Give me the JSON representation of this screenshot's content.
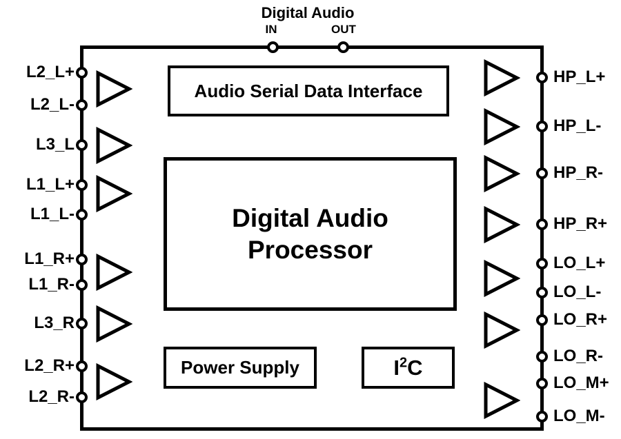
{
  "top": {
    "title": "Digital Audio",
    "in_label": "IN",
    "out_label": "OUT"
  },
  "blocks": {
    "serial_interface": "Audio Serial Data Interface",
    "processor_line1": "Digital Audio",
    "processor_line2": "Processor",
    "power_supply": "Power Supply",
    "i2c": {
      "base": "I",
      "sup": "2",
      "tail": "C"
    }
  },
  "pins": {
    "left": [
      {
        "label": "L2_L+"
      },
      {
        "label": "L2_L-"
      },
      {
        "label": "L3_L"
      },
      {
        "label": "L1_L+"
      },
      {
        "label": "L1_L-"
      },
      {
        "label": "L1_R+"
      },
      {
        "label": "L1_R-"
      },
      {
        "label": "L3_R"
      },
      {
        "label": "L2_R+"
      },
      {
        "label": "L2_R-"
      }
    ],
    "right": [
      {
        "label": "HP_L+"
      },
      {
        "label": "HP_L-"
      },
      {
        "label": "HP_R-"
      },
      {
        "label": "HP_R+"
      },
      {
        "label": "LO_L+"
      },
      {
        "label": "LO_L-"
      },
      {
        "label": "LO_R+"
      },
      {
        "label": "LO_R-"
      },
      {
        "label": "LO_M+"
      },
      {
        "label": "LO_M-"
      }
    ]
  },
  "colors": {
    "line": "#000000",
    "background": "#ffffff"
  }
}
